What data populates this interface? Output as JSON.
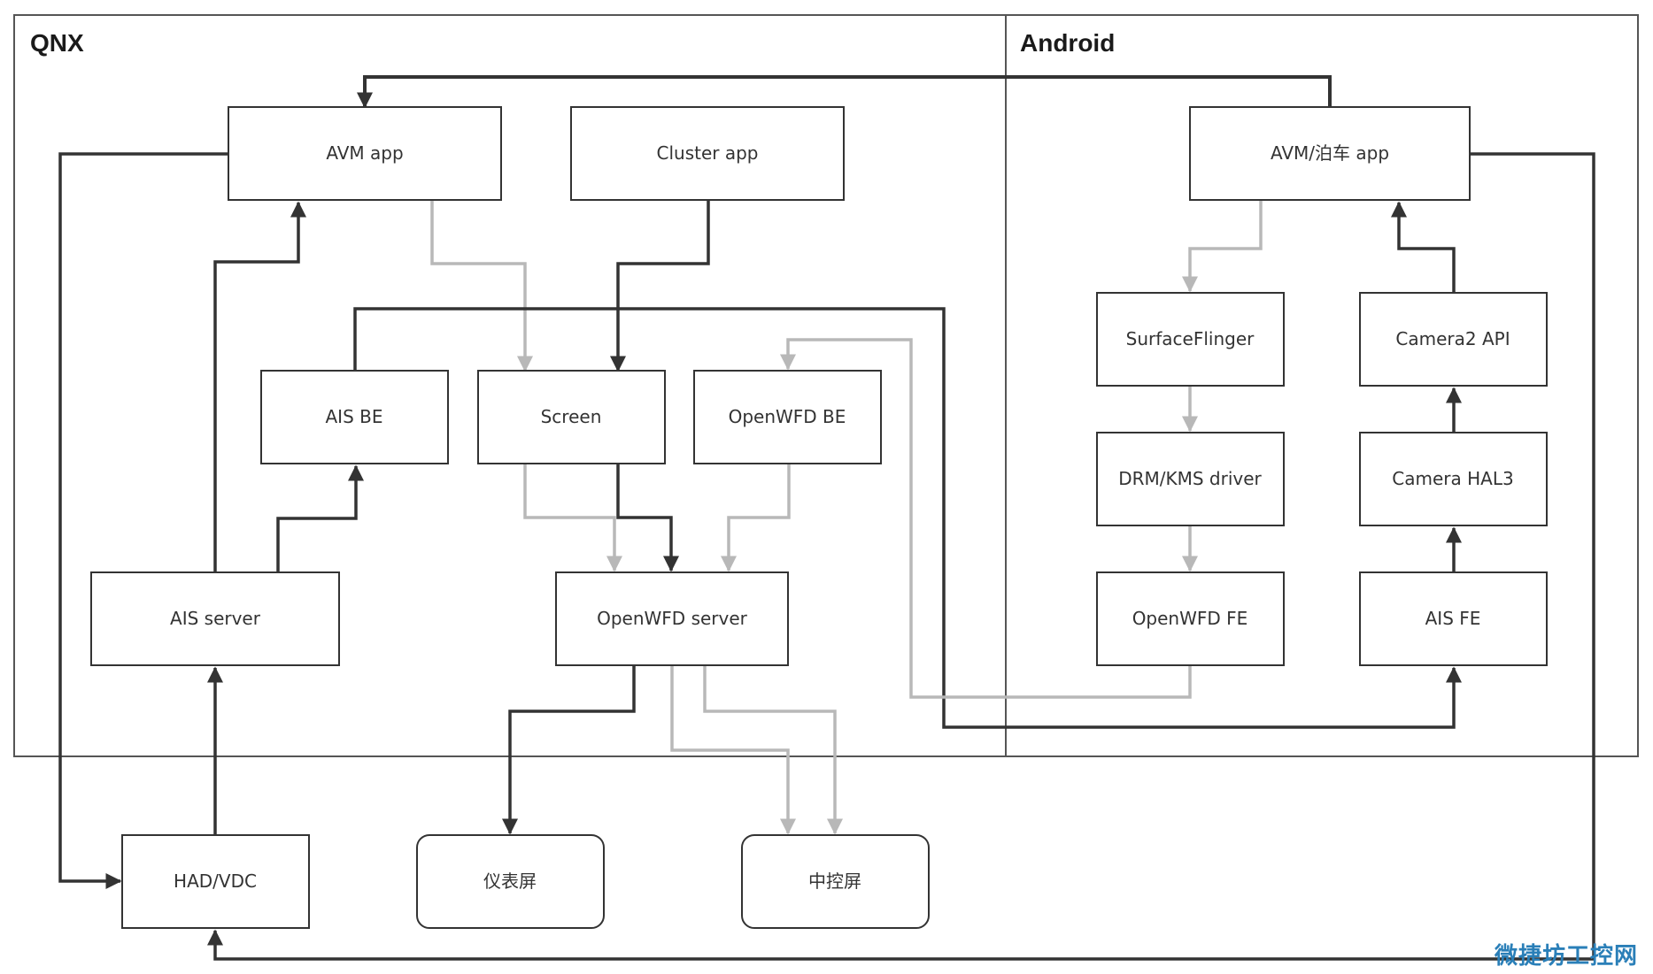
{
  "sections": {
    "qnx": "QNX",
    "android": "Android"
  },
  "nodes": {
    "avm_app": "AVM app",
    "cluster_app": "Cluster app",
    "avm_parking_app": "AVM/泊车 app",
    "ais_be": "AIS BE",
    "screen": "Screen",
    "openwfd_be": "OpenWFD BE",
    "surfaceflinger": "SurfaceFlinger",
    "camera2_api": "Camera2 API",
    "drm_kms_driver": "DRM/KMS driver",
    "camera_hal3": "Camera HAL3",
    "ais_server": "AIS server",
    "openwfd_server": "OpenWFD server",
    "openwfd_fe": "OpenWFD FE",
    "ais_fe": "AIS FE",
    "had_vdc": "HAD/VDC",
    "instrument_screen": "仪表屏",
    "center_screen": "中控屏"
  },
  "watermark": "微捷坊工控网",
  "colors": {
    "dark_line": "#333333",
    "light_line": "#b8b8b8",
    "box_border": "#333333",
    "frame_border": "#555555",
    "watermark": "#2a7fb8"
  }
}
